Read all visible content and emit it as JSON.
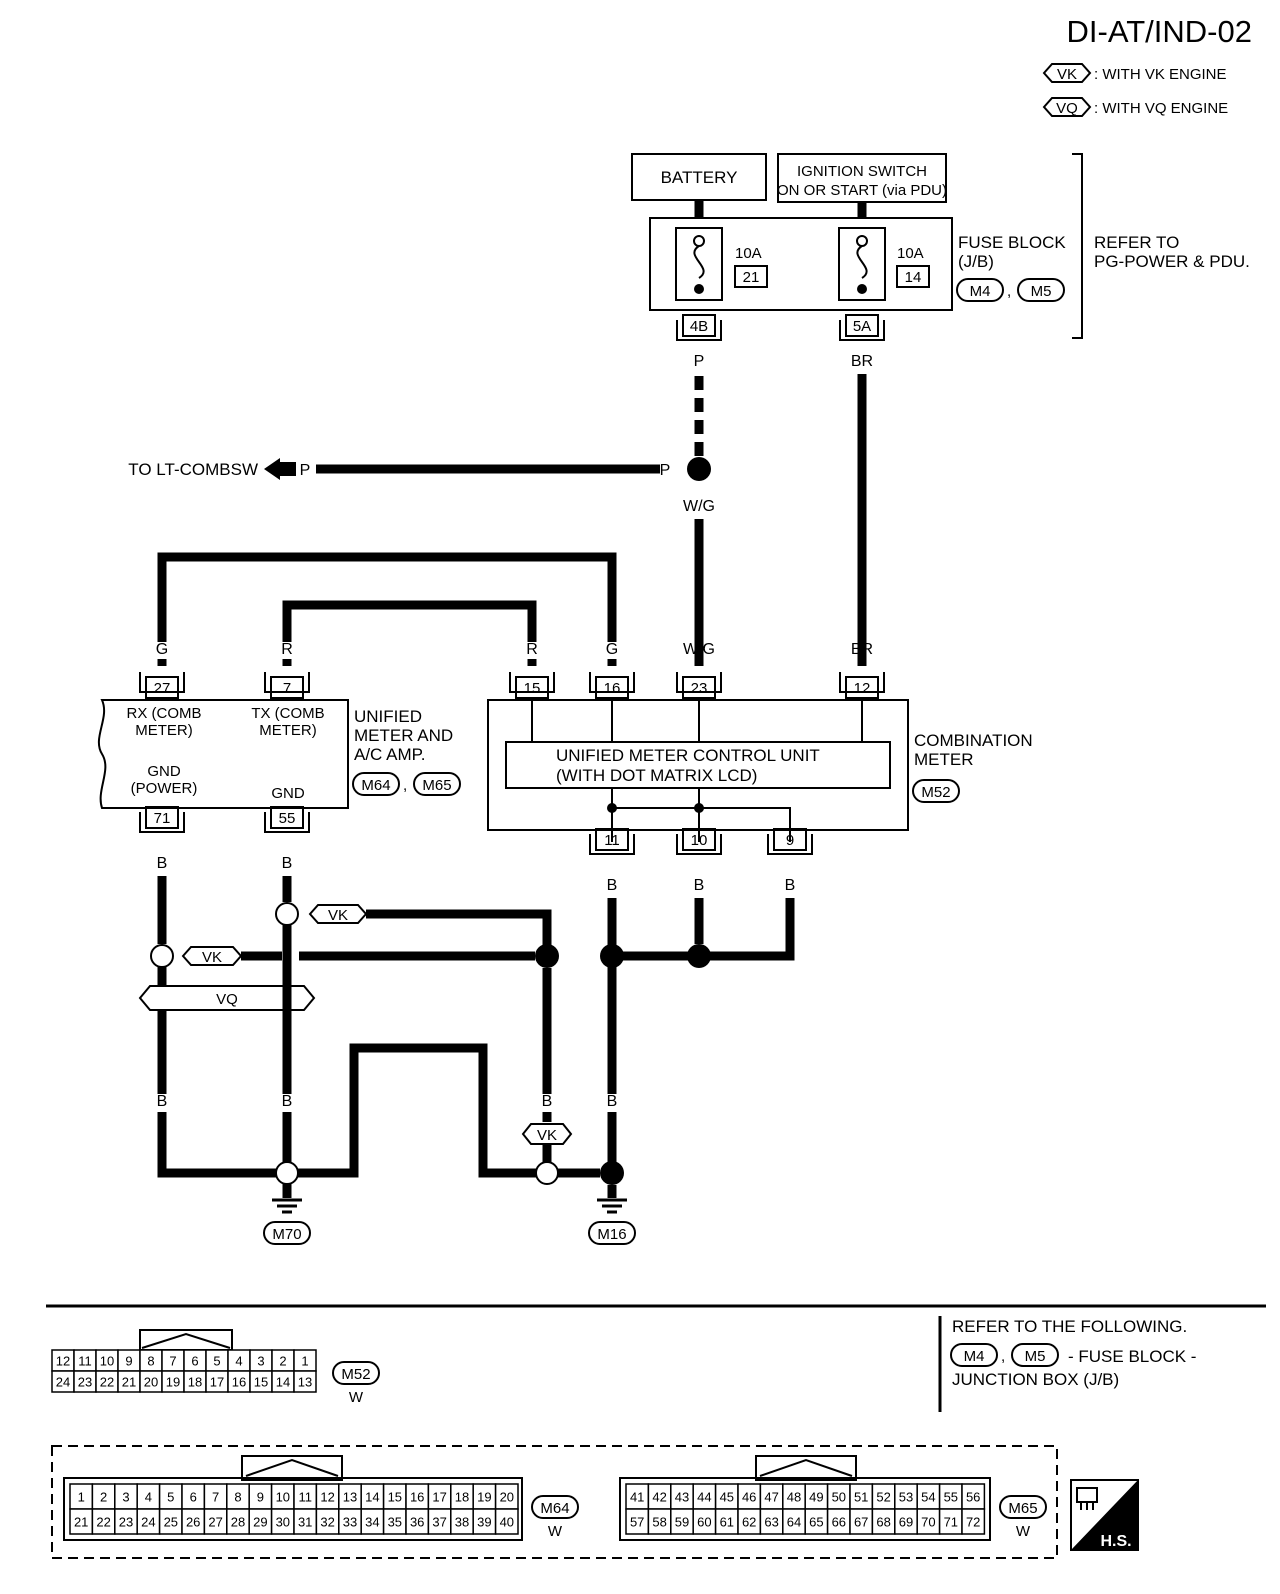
{
  "title": "DI-AT/IND-02",
  "legend": [
    {
      "code": "VK",
      "text": ": WITH VK ENGINE"
    },
    {
      "code": "VQ",
      "text": ": WITH VQ ENGINE"
    }
  ],
  "power": {
    "battery": "BATTERY",
    "ign_line1": "IGNITION SWITCH",
    "ign_line2": "ON OR START (via PDU)",
    "fuse_left_amp": "10A",
    "fuse_left_num": "21",
    "fuse_right_amp": "10A",
    "fuse_right_num": "14",
    "fuse_block_line1": "FUSE BLOCK",
    "fuse_block_line2": "(J/B)",
    "fuse_block_conn1": "M4",
    "fuse_block_conn2": "M5",
    "fuse_block_comma": ",",
    "refer_line1": "REFER TO",
    "refer_line2": "PG-POWER & PDU.",
    "term_left": "4B",
    "term_right": "5A"
  },
  "wires": {
    "p": "P",
    "br": "BR",
    "wg": "W/G",
    "g": "G",
    "r": "R",
    "b": "B",
    "to_lt": "TO LT-COMBSW"
  },
  "amp": {
    "rx_line1": "RX (COMB",
    "rx_line2": "METER)",
    "tx_line1": "TX (COMB",
    "tx_line2": "METER)",
    "gnd_power1": "GND",
    "gnd_power2": "(POWER)",
    "gnd": "GND",
    "name1": "UNIFIED",
    "name2": "METER AND",
    "name3": "A/C AMP.",
    "conn1": "M64",
    "conn2": "M65",
    "comma": ",",
    "pin_rx": "27",
    "pin_tx": "7",
    "pin_gndp": "71",
    "pin_gnd": "55"
  },
  "meter": {
    "unit_line1": "UNIFIED METER CONTROL UNIT",
    "unit_line2": "(WITH DOT MATRIX LCD)",
    "name1": "COMBINATION",
    "name2": "METER",
    "conn": "M52",
    "pins_top": [
      "15",
      "16",
      "23",
      "12"
    ],
    "pins_bottom": [
      "11",
      "10",
      "9"
    ]
  },
  "variants": {
    "vk": "VK",
    "vq": "VQ"
  },
  "grounds": [
    "M70",
    "M16"
  ],
  "refer_following": {
    "line1": "REFER TO THE FOLLOWING.",
    "conn1": "M4",
    "conn2": "M5",
    "comma": ",",
    "text1": "- FUSE BLOCK -",
    "text2": "JUNCTION BOX (J/B)"
  },
  "connectors": {
    "m52": {
      "id": "M52",
      "color": "W",
      "row1": [
        "12",
        "11",
        "10",
        "9",
        "8",
        "7",
        "6",
        "5",
        "4",
        "3",
        "2",
        "1"
      ],
      "row2": [
        "24",
        "23",
        "22",
        "21",
        "20",
        "19",
        "18",
        "17",
        "16",
        "15",
        "14",
        "13"
      ]
    },
    "m64": {
      "id": "M64",
      "color": "W",
      "row1": [
        "1",
        "2",
        "3",
        "4",
        "5",
        "6",
        "7",
        "8",
        "9",
        "10",
        "11",
        "12",
        "13",
        "14",
        "15",
        "16",
        "17",
        "18",
        "19",
        "20"
      ],
      "row2": [
        "21",
        "22",
        "23",
        "24",
        "25",
        "26",
        "27",
        "28",
        "29",
        "30",
        "31",
        "32",
        "33",
        "34",
        "35",
        "36",
        "37",
        "38",
        "39",
        "40"
      ]
    },
    "m65": {
      "id": "M65",
      "color": "W",
      "row1": [
        "41",
        "42",
        "43",
        "44",
        "45",
        "46",
        "47",
        "48",
        "49",
        "50",
        "51",
        "52",
        "53",
        "54",
        "55",
        "56"
      ],
      "row2": [
        "57",
        "58",
        "59",
        "60",
        "61",
        "62",
        "63",
        "64",
        "65",
        "66",
        "67",
        "68",
        "69",
        "70",
        "71",
        "72"
      ]
    }
  },
  "hs_label": "H.S."
}
